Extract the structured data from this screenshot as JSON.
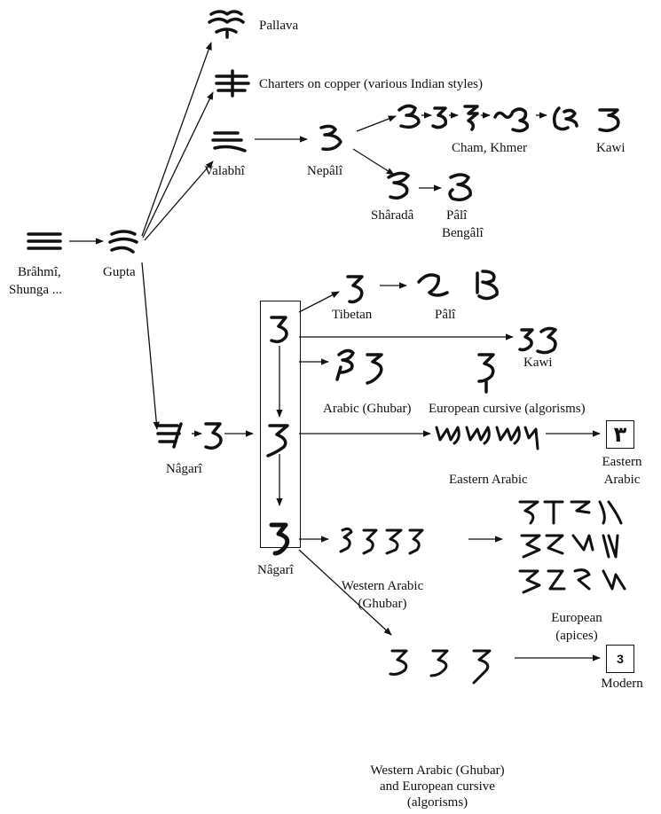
{
  "labels": {
    "pallava": "Pallava",
    "charters": "Charters on copper (various Indian styles)",
    "valabhi": "Valabhî",
    "nepali": "Nepâlî",
    "cham_khmer": "Cham, Khmer",
    "kawi_top": "Kawi",
    "sharada": "Shâradâ",
    "pali_top": "Pâlî",
    "bengali": "Bengâlî",
    "brahmi_1": "Brâhmî,",
    "brahmi_2": "Shunga ...",
    "gupta": "Gupta",
    "tibetan": "Tibetan",
    "pali_mid": "Pâlî",
    "kawi_mid": "Kawi",
    "arabic_ghubar": "Arabic (Ghubar)",
    "european_cursive": "European cursive (algorisms)",
    "eastern_arabic": "Eastern Arabic",
    "eastern_arabic_box_1": "Eastern",
    "eastern_arabic_box_2": "Arabic",
    "nagari_left": "Nâgarî",
    "nagari_box": "Nâgarî",
    "western_arabic_1": "Western Arabic",
    "western_arabic_2": "(Ghubar)",
    "european_apices_1": "European",
    "european_apices_2": "(apices)",
    "western_eur_1": "Western Arabic (Ghubar)",
    "western_eur_2": "and European cursive",
    "western_eur_3": "(algorisms)",
    "modern": "Modern"
  },
  "boxes": {
    "eastern_arabic_glyph": "٣",
    "modern_glyph": "3"
  },
  "icons": {
    "brahmi": "three-horizontal-strokes-glyph",
    "gupta": "gupta-three-glyph",
    "pallava": "pallava-three-glyph",
    "charters": "charter-three-glyph",
    "valabhi": "valabhi-three-glyph",
    "nagari": "nagari-three-glyph"
  }
}
